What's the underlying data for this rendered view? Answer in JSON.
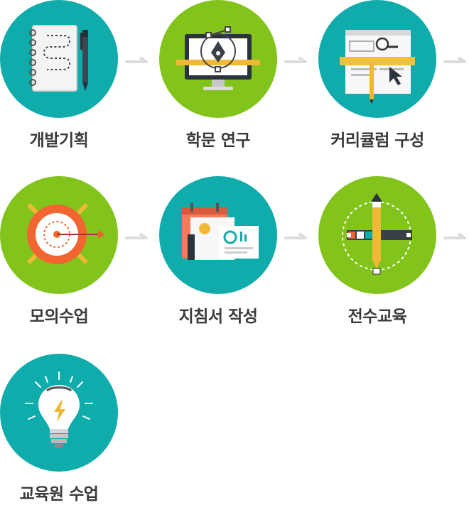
{
  "steps": [
    {
      "label": "개발기획",
      "icon": "notebook-pen-icon",
      "color": "#10abab"
    },
    {
      "label": "학문 연구",
      "icon": "pen-tool-monitor-icon",
      "color": "#82c41c"
    },
    {
      "label": "커리큘럼 구성",
      "icon": "wireframe-layout-icon",
      "color": "#10abab"
    },
    {
      "label": "모의수업",
      "icon": "target-arrow-icon",
      "color": "#82c41c"
    },
    {
      "label": "지침서 작성",
      "icon": "documents-calendar-icon",
      "color": "#10abab"
    },
    {
      "label": "전수교육",
      "icon": "design-tools-icon",
      "color": "#82c41c"
    },
    {
      "label": "교육원 수업",
      "icon": "lightbulb-icon",
      "color": "#10abab"
    }
  ],
  "colors": {
    "teal": "#10abab",
    "green": "#82c41c",
    "arrow": "#dcdcdc",
    "label": "#3a3a3a"
  }
}
